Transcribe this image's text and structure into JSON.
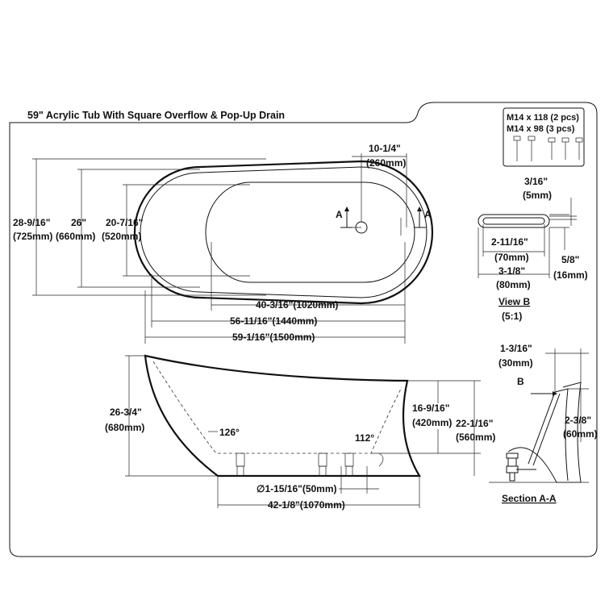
{
  "title": "59\" Acrylic Tub With Square Overflow & Pop-Up Drain",
  "hardware": {
    "line1": "M14 x 118 (2 pcs)",
    "line2": "M14 x 98 (3 pcs)"
  },
  "top_view": {
    "overall_width_in": "28-9/16\"",
    "overall_width_mm": "(725mm)",
    "inner_width_in": "26\"",
    "inner_width_mm": "(660mm)",
    "basin_width_in": "20-7/16\"",
    "basin_width_mm": "(520mm)",
    "drain_offset_in": "10-1/4\"",
    "drain_offset_mm": "(260mm)",
    "basin_length": "40-3/16\"(1020mm)",
    "inner_length": "56-11/16\"(1440mm)",
    "overall_length": "59-1/16\"(1500mm)",
    "section_label_left": "A",
    "section_label_right": "A"
  },
  "view_b": {
    "thickness_in": "3/16\"",
    "thickness_mm": "(5mm)",
    "inner_len_in": "2-11/16\"",
    "inner_len_mm": "(70mm)",
    "outer_len_in": "3-1/8\"",
    "outer_len_mm": "(80mm)",
    "height_in": "5/8\"",
    "height_mm": "(16mm)",
    "label": "View B",
    "scale": "(5:1)"
  },
  "side_view": {
    "height_in": "26-3/4\"",
    "height_mm": "(680mm)",
    "angle_left": "126°",
    "angle_right": "112°",
    "overflow_height_in": "16-9/16\"",
    "overflow_height_mm": "(420mm)",
    "rim_height_in": "22-1/16\"",
    "rim_height_mm": "(560mm)",
    "drain_dia": "∅1-15/16\"(50mm)",
    "base_length": "42-1/8\"(1070mm)"
  },
  "section_aa": {
    "top_dim_in": "1-3/16\"",
    "top_dim_mm": "(30mm)",
    "b_label": "B",
    "depth_in": "2-3/8\"",
    "depth_mm": "(60mm)",
    "label": "Section A-A"
  }
}
